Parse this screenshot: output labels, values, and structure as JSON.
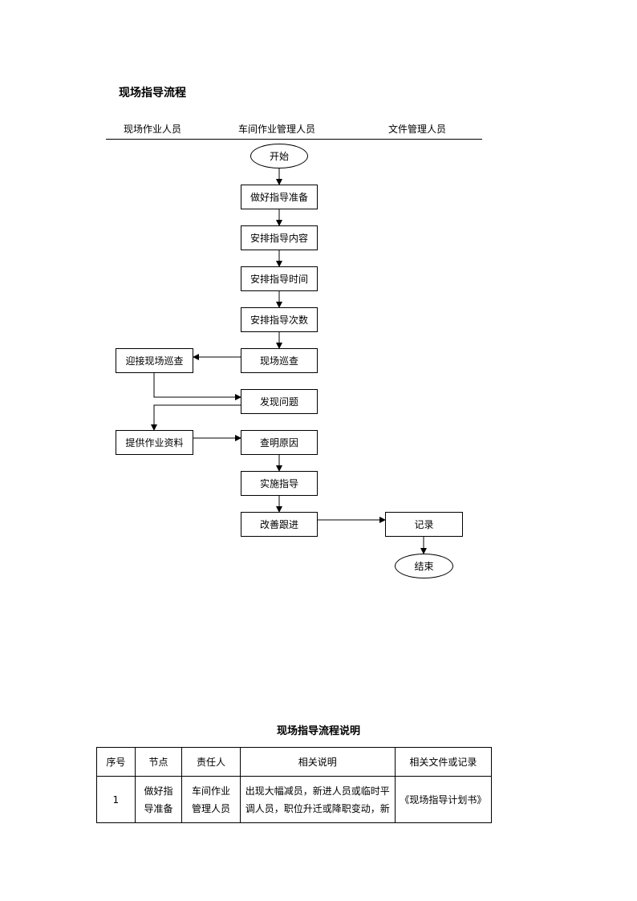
{
  "title": "现场指导流程",
  "lanes": [
    "现场作业人员",
    "车间作业管理人员",
    "文件管理人员"
  ],
  "flow": {
    "start": "开始",
    "prepare": "做好指导准备",
    "arrange_content": "安排指导内容",
    "arrange_time": "安排指导时间",
    "arrange_count": "安排指导次数",
    "inspect": "现场巡查",
    "welcome_inspect": "迎接现场巡查",
    "find_problem": "发现问题",
    "provide_data": "提供作业资料",
    "find_cause": "查明原因",
    "implement": "实施指导",
    "improve": "改善跟进",
    "record": "记录",
    "end": "结束"
  },
  "description": {
    "title": "现场指导流程说明",
    "headers": [
      "序号",
      "节点",
      "责任人",
      "相关说明",
      "相关文件或记录"
    ],
    "rows": [
      {
        "no": "1",
        "node_line1": "做好指",
        "node_line2": "导准备",
        "owner_line1": "车间作业",
        "owner_line2": "管理人员",
        "explain_line1": "出现大幅减员，新进人员或临时平",
        "explain_line2": "调人员，职位升迁或降职变动，新",
        "record": "《现场指导计划书》"
      }
    ]
  }
}
